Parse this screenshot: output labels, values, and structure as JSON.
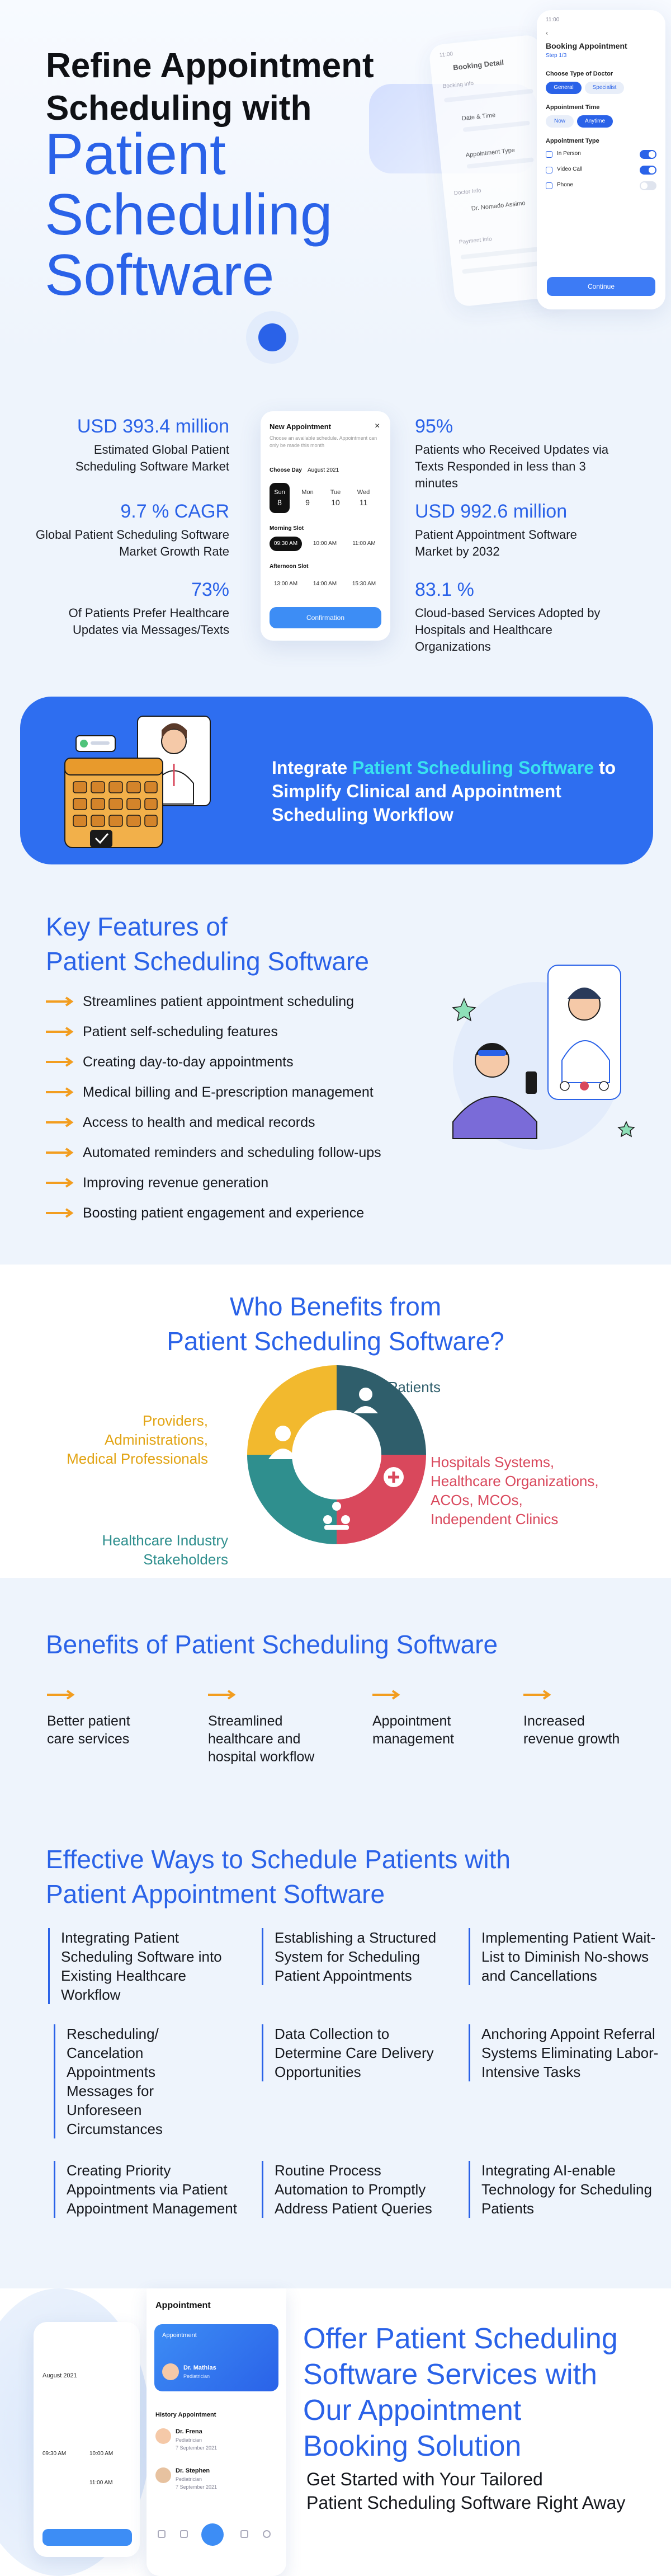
{
  "hero": {
    "title_line1": "Refine Appointment",
    "title_line2": "Scheduling with",
    "title_accent_line1": "Patient",
    "title_accent_line2": "Scheduling",
    "title_accent_line3": "Software",
    "mock": {
      "status_time": "11:00",
      "back_title": "Booking Detail",
      "back_section1": "Booking Info",
      "back_date_time": "Date & Time",
      "back_appt_type": "Appointment Type",
      "back_doctor_info": "Doctor Info",
      "back_doctor_name": "Dr. Nomado Assimo",
      "back_payment": "Payment Info",
      "front_title": "Booking Appointment",
      "front_step": "Step 1/3",
      "choose_doctor": "Choose Type of Doctor",
      "doctor_general": "General",
      "doctor_specialist": "Specialist",
      "appt_time": "Appointment Time",
      "time_now": "Now",
      "time_anytime": "Anytime",
      "appt_type": "Appointment Type",
      "type_in_person": "In Person",
      "type_video": "Video Call",
      "type_phone": "Phone",
      "continue": "Continue"
    }
  },
  "stats": {
    "items": [
      {
        "value": "USD 393.4 million",
        "desc": "Estimated Global Patient Scheduling Software Market"
      },
      {
        "value": "95%",
        "desc": "Patients who Received Updates via Texts Responded in less than 3 minutes"
      },
      {
        "value": "9.7 % CAGR",
        "desc": "Global Patient Scheduling Software Market Growth Rate"
      },
      {
        "value": "USD 992.6 million",
        "desc": "Patient Appointment Software Market by 2032"
      },
      {
        "value": "73%",
        "desc": "Of Patients Prefer Healthcare Updates via Messages/Texts"
      },
      {
        "value": "83.1 %",
        "desc": "Cloud-based Services Adopted by Hospitals and Healthcare Organizations"
      }
    ],
    "phone": {
      "title": "New Appointment",
      "subtitle": "Choose an available schedule. Appointment can only be made this month",
      "choose_day": "Choose Day",
      "month": "August 2021",
      "days": [
        {
          "dow": "Sun",
          "num": "8"
        },
        {
          "dow": "Mon",
          "num": "9"
        },
        {
          "dow": "Tue",
          "num": "10"
        },
        {
          "dow": "Wed",
          "num": "11"
        }
      ],
      "morning": "Morning Slot",
      "morning_slots": [
        "09:30 AM",
        "10:00 AM",
        "11:00 AM"
      ],
      "afternoon": "Afternoon Slot",
      "afternoon_slots": [
        "13:00 AM",
        "14:00 AM",
        "15:30 AM"
      ],
      "confirm": "Confirmation"
    }
  },
  "banner": {
    "prefix": "Integrate ",
    "highlight": "Patient Scheduling Software",
    "suffix": " to Simplify Clinical and Appointment Scheduling Workflow",
    "highlight_color": "#39e3f0"
  },
  "features": {
    "title_line1": "Key Features of",
    "title_line2": "Patient Scheduling Software",
    "items": [
      "Streamlines patient appointment scheduling",
      "Patient self-scheduling features",
      "Creating day-to-day appointments",
      "Medical billing and E-prescription management",
      "Access to health and medical records",
      "Automated reminders and scheduling follow-ups",
      "Improving revenue generation",
      "Boosting patient engagement and experience"
    ]
  },
  "who": {
    "title_line1": "Who Benefits from",
    "title_line2": "Patient Scheduling Software?",
    "patients": "Patients",
    "providers_1": "Providers,",
    "providers_2": "Administrations,",
    "providers_3": "Medical Professionals",
    "hospitals_1": "Hospitals Systems,",
    "hospitals_2": "Healthcare Organizations,",
    "hospitals_3": "ACOs, MCOs,",
    "hospitals_4": "Independent Clinics",
    "stakeholders_1": "Healthcare Industry",
    "stakeholders_2": "Stakeholders",
    "colors": {
      "patients": "#2f5e6b",
      "hospitals": "#d9485c",
      "stakeholders": "#2f8f8e",
      "providers": "#f2b92e"
    }
  },
  "benefits": {
    "title": "Benefits of Patient Scheduling Software",
    "items": [
      {
        "l1": "Better patient",
        "l2": "care services",
        "l3": ""
      },
      {
        "l1": "Streamlined",
        "l2": "healthcare and",
        "l3": "hospital workflow"
      },
      {
        "l1": "Appointment",
        "l2": "management",
        "l3": ""
      },
      {
        "l1": "Increased",
        "l2": "revenue growth",
        "l3": ""
      }
    ]
  },
  "ways": {
    "title_line1": "Effective Ways to Schedule Patients with",
    "title_line2": "Patient Appointment Software",
    "items": [
      "Integrating Patient Scheduling Software into Existing Healthcare Workflow",
      "Establishing a Structured System for Scheduling Patient Appointments",
      "Implementing Patient Wait-List to Diminish No-shows and Cancellations",
      "Rescheduling/ Cancelation Appointments Messages for Unforeseen Circumstances",
      "Data Collection to Determine Care Delivery Opportunities",
      "Anchoring Appoint Referral Systems Eliminating Labor-Intensive Tasks",
      "Creating Priority Appointments via Patient Appointment Management",
      "Routine Process Automation to Promptly Address Patient Queries",
      "Integrating AI-enable Technology for Scheduling Patients"
    ]
  },
  "offer": {
    "title_line1": "Offer Patient Scheduling",
    "title_line2": "Software Services with",
    "title_line3": "Our Appointment",
    "title_line4": "Booking Solution",
    "sub_line1": "Get Started with Your Tailored",
    "sub_line2": "Patient Scheduling Software Right Away",
    "phone": {
      "title": "Appointment",
      "card_label": "Appointment",
      "card_doctor": "Dr. Mathias",
      "card_role": "Pediatrician",
      "history": "History Appointment",
      "doc1": "Dr. Frena",
      "doc1_role": "Pediatrician",
      "doc1_date": "7 September 2021",
      "doc2": "Dr. Stephen",
      "doc2_role": "Pediatrician",
      "doc2_date": "7 September 2021",
      "left_time1": "09:30 AM",
      "left_time2": "10:00 AM",
      "left_time3": "11:00 AM",
      "left_month": "August 2021"
    }
  },
  "colors": {
    "accent": "#2a62e8",
    "arrow": "#f29d1f",
    "banner_bg": "#2e6ef0",
    "background": "#eef4fc"
  }
}
